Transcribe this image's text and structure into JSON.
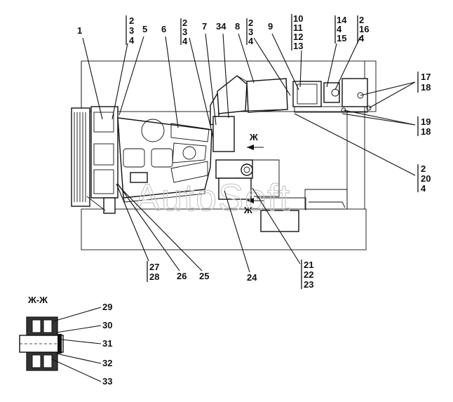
{
  "section_title": "Ж-Ж",
  "section_marks": {
    "upper": "Ж",
    "lower": "Ж"
  },
  "watermark": "AutoSoft",
  "callouts": {
    "c1": "1",
    "c5": "5",
    "c6": "6",
    "c7": "7",
    "c34": "34",
    "c8": "8",
    "c9": "9",
    "c24": "24",
    "c25": "25",
    "c26": "26",
    "c29": "29",
    "c30": "30",
    "c31": "31",
    "c32": "32",
    "c33": "33"
  },
  "stacks": {
    "s_2_3_4_a": [
      "2",
      "3",
      "4"
    ],
    "s_2_3_4_b": [
      "2",
      "3",
      "4"
    ],
    "s_2_3_4_c": [
      "2",
      "3",
      "4"
    ],
    "s_10_13": [
      "10",
      "11",
      "12",
      "13"
    ],
    "s_14_15": [
      "14",
      "4",
      "15"
    ],
    "s_2_16_4": [
      "2",
      "16",
      "4"
    ],
    "s_17_18": [
      "17",
      "18"
    ],
    "s_19_18": [
      "19",
      "18"
    ],
    "s_2_20_4": [
      "2",
      "20",
      "4"
    ],
    "s_27_28": [
      "27",
      "28"
    ],
    "s_21_23": [
      "21",
      "22",
      "23"
    ]
  }
}
